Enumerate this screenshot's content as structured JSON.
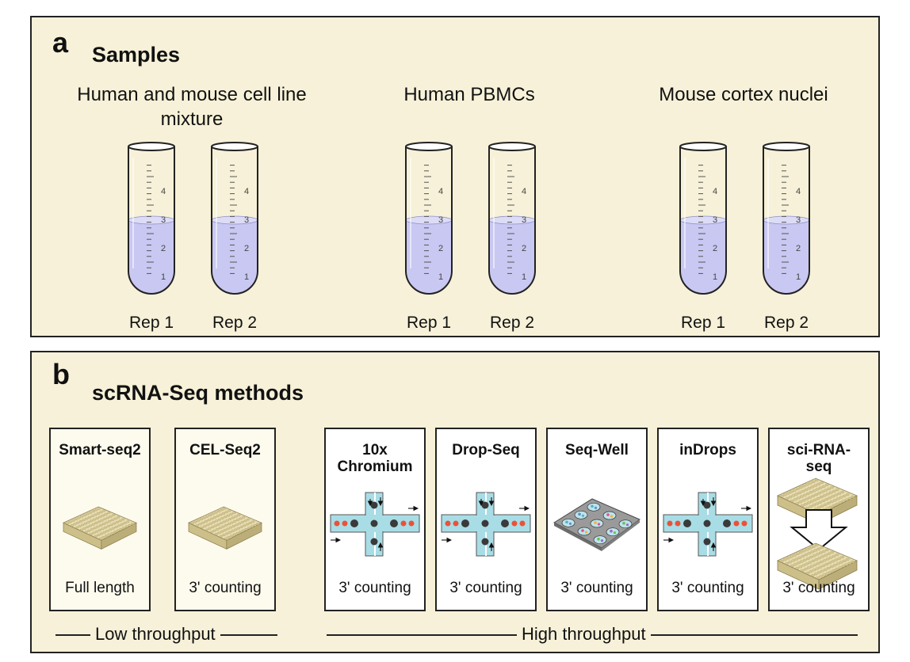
{
  "panel_a": {
    "letter": "a",
    "title": "Samples",
    "groups": [
      {
        "label": "Human and mouse\ncell line mixture",
        "reps": [
          "Rep 1",
          "Rep 2"
        ]
      },
      {
        "label": "Human\nPBMCs",
        "reps": [
          "Rep 1",
          "Rep 2"
        ]
      },
      {
        "label": "Mouse cortex\nnuclei",
        "reps": [
          "Rep 1",
          "Rep 2"
        ]
      }
    ],
    "tube_scale": [
      "4",
      "3",
      "2",
      "1"
    ],
    "liquid_color": "#c9c8f2"
  },
  "panel_b": {
    "letter": "b",
    "title": "scRNA-Seq methods",
    "methods": [
      {
        "name": "Smart-seq2",
        "type": "Full length",
        "icon": "plate-icon"
      },
      {
        "name": "CEL-Seq2",
        "type": "3' counting",
        "icon": "plate-icon"
      },
      {
        "name": "10x\nChromium",
        "type": "3' counting",
        "icon": "microfluidic-chip-icon"
      },
      {
        "name": "Drop-Seq",
        "type": "3' counting",
        "icon": "microfluidic-chip-icon"
      },
      {
        "name": "Seq-Well",
        "type": "3' counting",
        "icon": "seq-well-array-icon"
      },
      {
        "name": "inDrops",
        "type": "3' counting",
        "icon": "microfluidic-chip-icon"
      },
      {
        "name": "sci-RNA-\nseq",
        "type": "3' counting",
        "icon": "plate-transfer-icon"
      }
    ],
    "low_throughput": "Low throughput",
    "high_throughput": "High throughput"
  },
  "colors": {
    "panel_bg": "#f6f1d8",
    "plate": "#e6dcb0",
    "channel": "#a9dde6",
    "droplet_red": "#e8533a",
    "bead": "#3a3a3a"
  }
}
